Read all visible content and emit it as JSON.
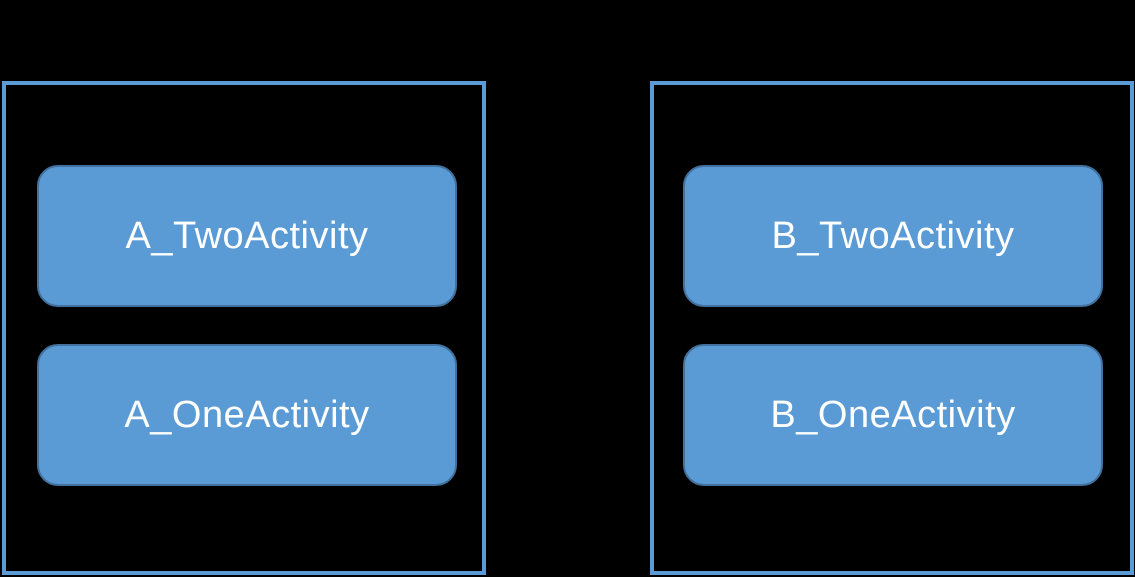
{
  "diagram": {
    "background_color": "#000000",
    "container_border_color": "#5B9BD5",
    "card_fill_color": "#5B9BD5",
    "card_border_color": "#41719C",
    "card_text_color": "#FFFFFF",
    "stacks": [
      {
        "id": "stack-a",
        "activities": [
          {
            "label": "A_TwoActivity"
          },
          {
            "label": "A_OneActivity"
          }
        ]
      },
      {
        "id": "stack-b",
        "activities": [
          {
            "label": "B_TwoActivity"
          },
          {
            "label": "B_OneActivity"
          }
        ]
      }
    ]
  }
}
